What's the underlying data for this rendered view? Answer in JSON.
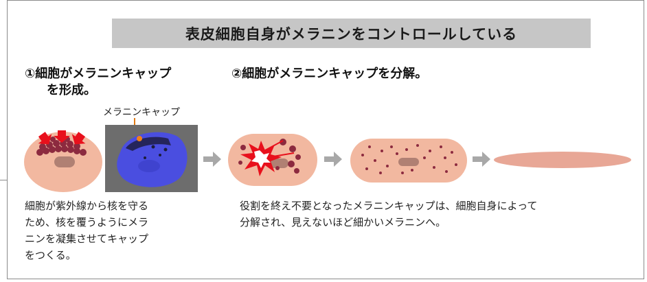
{
  "title": "表皮細胞自身がメラニンをコントロールしている",
  "step1": {
    "line1": "①細胞がメラニンキャップ",
    "line2": "を形成。"
  },
  "step2": {
    "text": "②細胞がメラニンキャップを分解。"
  },
  "micrograph_label": "メラニンキャップ",
  "description1": [
    "細胞が紫外線から核を守る",
    "ため、核を覆うようにメラ",
    "ニンを凝集させてキャップ",
    "をつくる。"
  ],
  "description2": [
    "役割を終え不要となったメラニンキャップは、細胞自身によって",
    "分解され、見えないほど細かいメラニンへ。"
  ],
  "colors": {
    "cell": "#f2b8a0",
    "cell_light": "#f5c7b3",
    "nucleus": "#b08073",
    "melanin": "#8c2a3f",
    "arrow_red": "#e8101c",
    "flow_arrow": "#a8a8a8",
    "title_bg": "#c6c6c6"
  },
  "icons": [
    "cell-cap-forming",
    "micrograph",
    "cell-cap-breaking",
    "cell-dispersed",
    "cell-flattened",
    "gray-right-arrow"
  ]
}
